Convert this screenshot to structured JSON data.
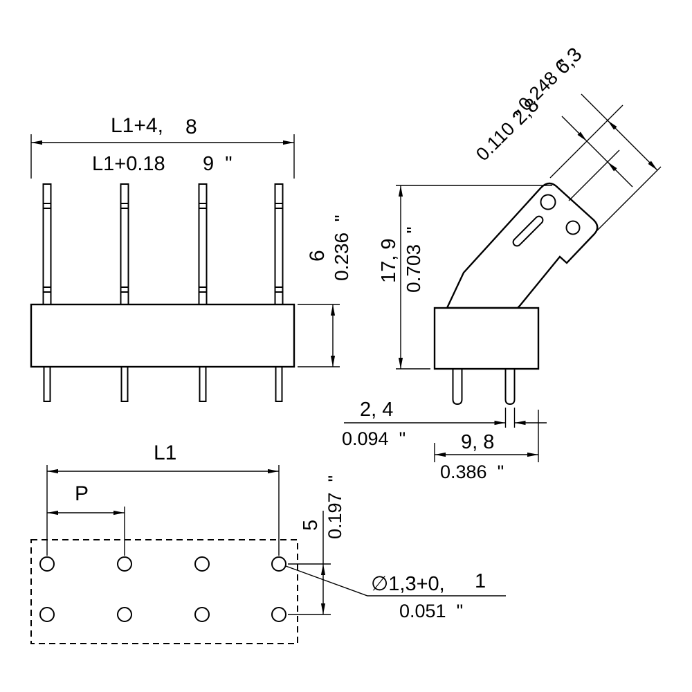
{
  "drawing_title": "terminal-block-three-view-dimension-drawing",
  "colors": {
    "background": "#ffffff",
    "line": "#000000"
  },
  "front_view": {
    "width_metric_l": "L1+4,",
    "width_metric_r": "8",
    "width_imperial_l": "L1+0.18",
    "width_imperial_r": "9  \"",
    "height_metric": "6",
    "height_imperial": "0.236  \""
  },
  "side_view": {
    "tab_large_metric": "6,3",
    "tab_large_imperial": "0.248  \"",
    "tab_small_metric": "2,8",
    "tab_small_imperial": "0.110  \"",
    "height_metric": "17, 9",
    "height_imperial": "0.703  \"",
    "pin_metric": "2, 4",
    "pin_imperial": "0.094  \"",
    "body_metric": "9, 8",
    "body_imperial": "0.386  \""
  },
  "footprint_view": {
    "length_label": "L1",
    "pitch_label": "P",
    "row_metric": "5",
    "row_imperial": "0.197  \"",
    "hole_metric_l": "∅1,3+0,",
    "hole_metric_r": "1",
    "hole_imperial": "0.051  \""
  }
}
